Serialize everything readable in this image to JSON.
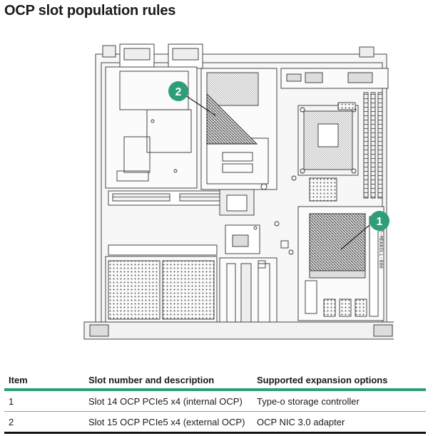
{
  "page": {
    "title": "OCP slot population rules"
  },
  "figure": {
    "callouts": [
      {
        "label": "1",
        "target": "Slot 14 OCP (internal)"
      },
      {
        "label": "2",
        "target": "Slot 15 OCP (external)"
      }
    ],
    "callout_color": "#2d9e78",
    "chassis_text": "HPE-MEKKOLL-880"
  },
  "table": {
    "headers": {
      "item": "Item",
      "slot": "Slot number and description",
      "options": "Supported expansion options"
    },
    "rows": [
      {
        "item": "1",
        "slot": "Slot 14 OCP PCIe5 x4 (internal OCP)",
        "options": "Type-o storage controller"
      },
      {
        "item": "2",
        "slot": "Slot 15 OCP PCIe5 x4 (external OCP)",
        "options": "OCP NIC 3.0 adapter"
      }
    ],
    "accent_color": "#2d9e78"
  }
}
